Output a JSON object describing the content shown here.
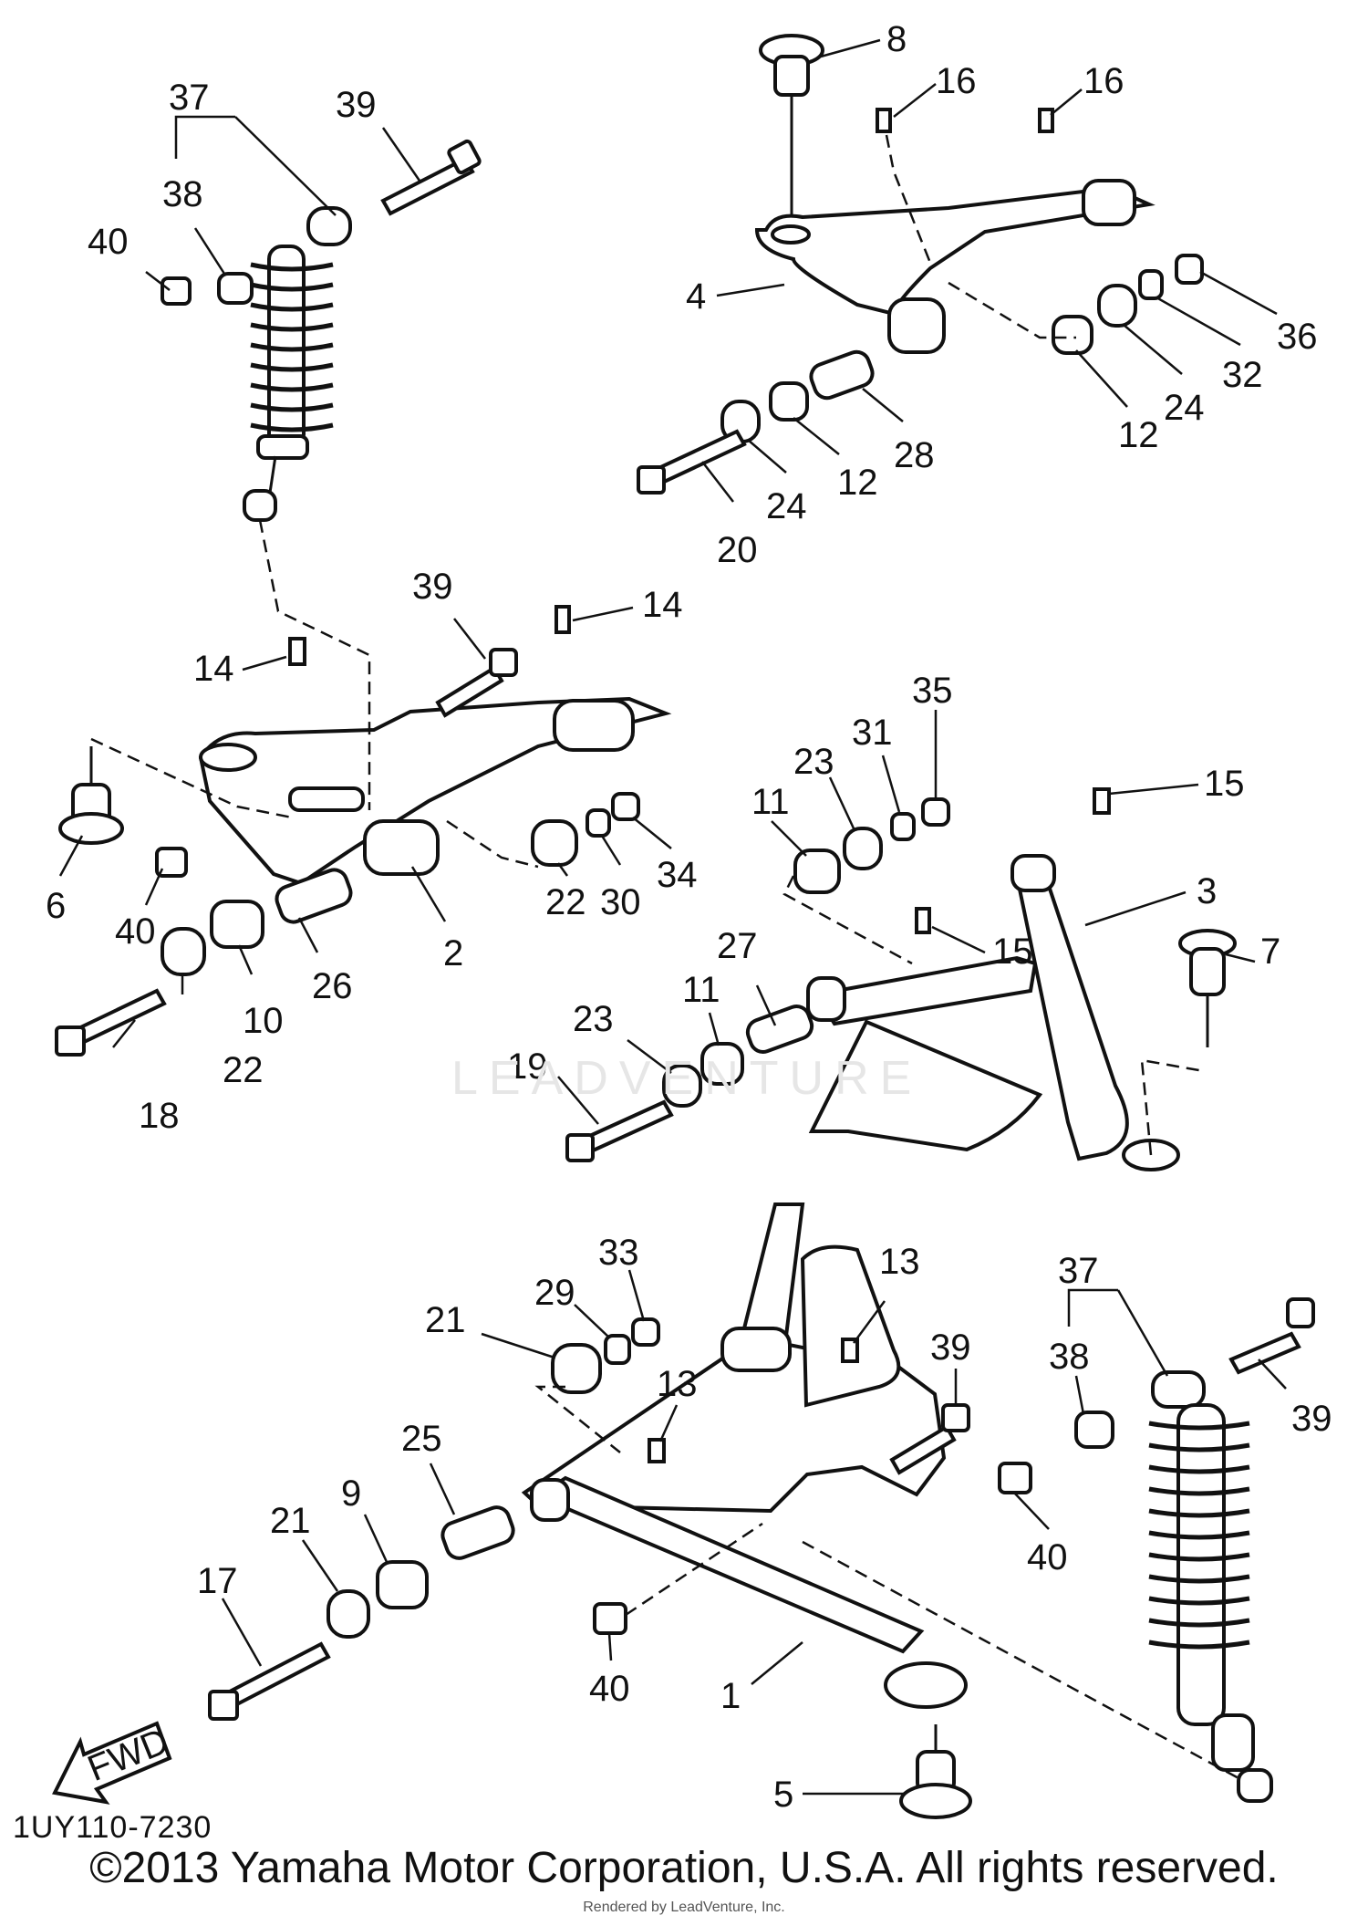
{
  "diagram": {
    "code": "1UY110-7230",
    "fwd_label": "FWD",
    "watermark": "LEADVENTURE",
    "copyright": "©2013 Yamaha Motor Corporation, U.S.A. All rights reserved.",
    "rendered_by": "Rendered by LeadVenture, Inc.",
    "callouts": [
      "37",
      "39",
      "38",
      "40",
      "8",
      "16",
      "16",
      "4",
      "12",
      "24",
      "32",
      "36",
      "28",
      "12",
      "24",
      "20",
      "39",
      "14",
      "14",
      "6",
      "40",
      "2",
      "22",
      "30",
      "34",
      "35",
      "31",
      "23",
      "11",
      "15",
      "3",
      "7",
      "15",
      "27",
      "11",
      "23",
      "19",
      "26",
      "10",
      "22",
      "18",
      "13",
      "39",
      "37",
      "38",
      "39",
      "33",
      "29",
      "21",
      "13",
      "25",
      "9",
      "21",
      "17",
      "40",
      "40",
      "1",
      "5"
    ]
  }
}
